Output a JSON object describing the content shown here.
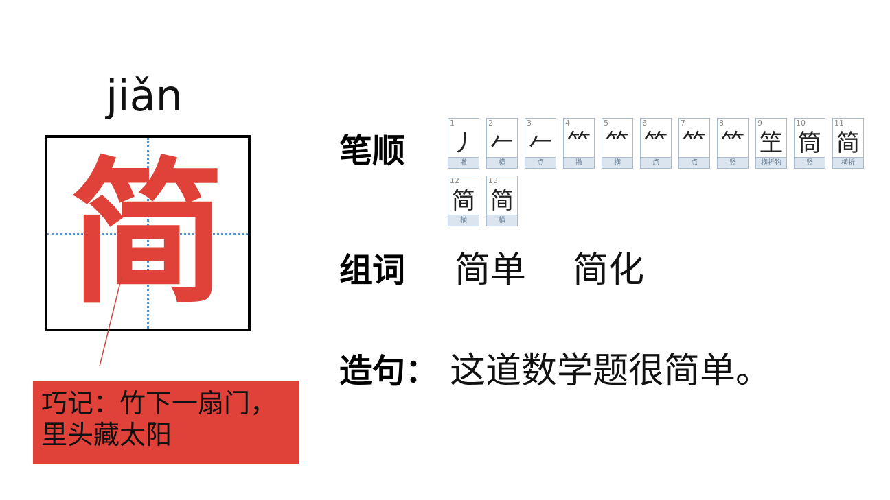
{
  "character": {
    "hanzi": "简",
    "pinyin": "jiǎn",
    "color": "#e0423a",
    "guide_color": "#5b93c8"
  },
  "mnemonic": {
    "line1": "巧记：竹下一扇门，",
    "line2": "里头藏太阳",
    "background": "#e0423a"
  },
  "stroke_order": {
    "label": "笔顺",
    "steps": [
      {
        "num": "1",
        "name": "撇",
        "glyph": "丿"
      },
      {
        "num": "2",
        "name": "横",
        "glyph": "𠂉"
      },
      {
        "num": "3",
        "name": "点",
        "glyph": "𠂉"
      },
      {
        "num": "4",
        "name": "撇",
        "glyph": "⺮"
      },
      {
        "num": "5",
        "name": "横",
        "glyph": "⺮"
      },
      {
        "num": "6",
        "name": "点",
        "glyph": "⺮"
      },
      {
        "num": "7",
        "name": "点",
        "glyph": "⺮"
      },
      {
        "num": "8",
        "name": "竖",
        "glyph": "⺮"
      },
      {
        "num": "9",
        "name": "横折钩",
        "glyph": "笁"
      },
      {
        "num": "10",
        "name": "竖",
        "glyph": "筒"
      },
      {
        "num": "11",
        "name": "横折",
        "glyph": "简"
      },
      {
        "num": "12",
        "name": "横",
        "glyph": "简"
      },
      {
        "num": "13",
        "name": "横",
        "glyph": "简"
      }
    ]
  },
  "words": {
    "label": "组词",
    "items": [
      "简单",
      "简化"
    ]
  },
  "sentence": {
    "label": "造句：",
    "text": "这道数学题很简单。"
  }
}
